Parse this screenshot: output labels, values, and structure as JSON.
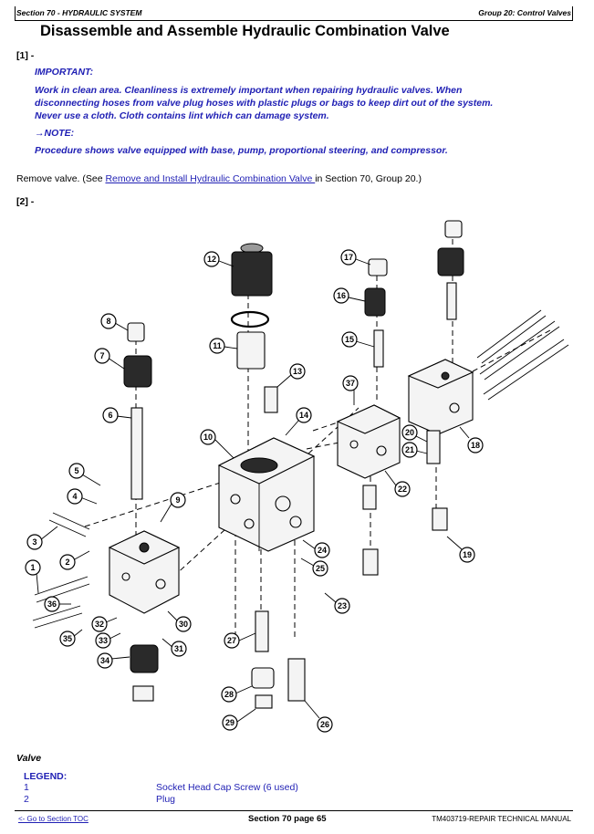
{
  "header": {
    "section": "Section 70 - HYDRAULIC SYSTEM",
    "group": "Group 20: Control Valves"
  },
  "title": "Disassemble and Assemble Hydraulic Combination Valve",
  "step1": {
    "label": "[1] -",
    "important_label": "IMPORTANT:",
    "important_text_line1": "Work in clean area. Cleanliness is extremely important when repairing hydraulic valves. When",
    "important_text_line2": "disconnecting hoses from valve plug hoses with plastic plugs or bags to keep dirt out of the system.",
    "important_text_line3": "Never use a cloth. Cloth contains lint which can damage system.",
    "note_label": "→NOTE:",
    "note_text": "Procedure shows valve equipped with base, pump, proportional steering, and compressor."
  },
  "remove": {
    "prefix": "Remove valve. (See ",
    "link": "Remove and Install Hydraulic Combination Valve ",
    "suffix": "in Section 70, Group 20.)"
  },
  "step2": {
    "label": "[2] -"
  },
  "callouts": [
    "1",
    "2",
    "3",
    "4",
    "5",
    "6",
    "7",
    "8",
    "9",
    "10",
    "11",
    "12",
    "13",
    "14",
    "15",
    "16",
    "17",
    "18",
    "19",
    "20",
    "21",
    "22",
    "23",
    "24",
    "25",
    "26",
    "27",
    "28",
    "29",
    "30",
    "31",
    "32",
    "33",
    "34",
    "35",
    "36",
    "37"
  ],
  "caption": "Valve",
  "legend": {
    "title": "LEGEND:",
    "items": [
      {
        "num": "1",
        "desc": "Socket Head Cap Screw (6 used)"
      },
      {
        "num": "2",
        "desc": "Plug"
      }
    ]
  },
  "footer": {
    "toc": "<- Go to Section TOC",
    "page": "Section 70 page 65",
    "manual": "TM403719-REPAIR TECHNICAL MANUAL"
  },
  "colors": {
    "text_blue": "#1f1fb4",
    "text": "#000000",
    "background": "#ffffff"
  }
}
